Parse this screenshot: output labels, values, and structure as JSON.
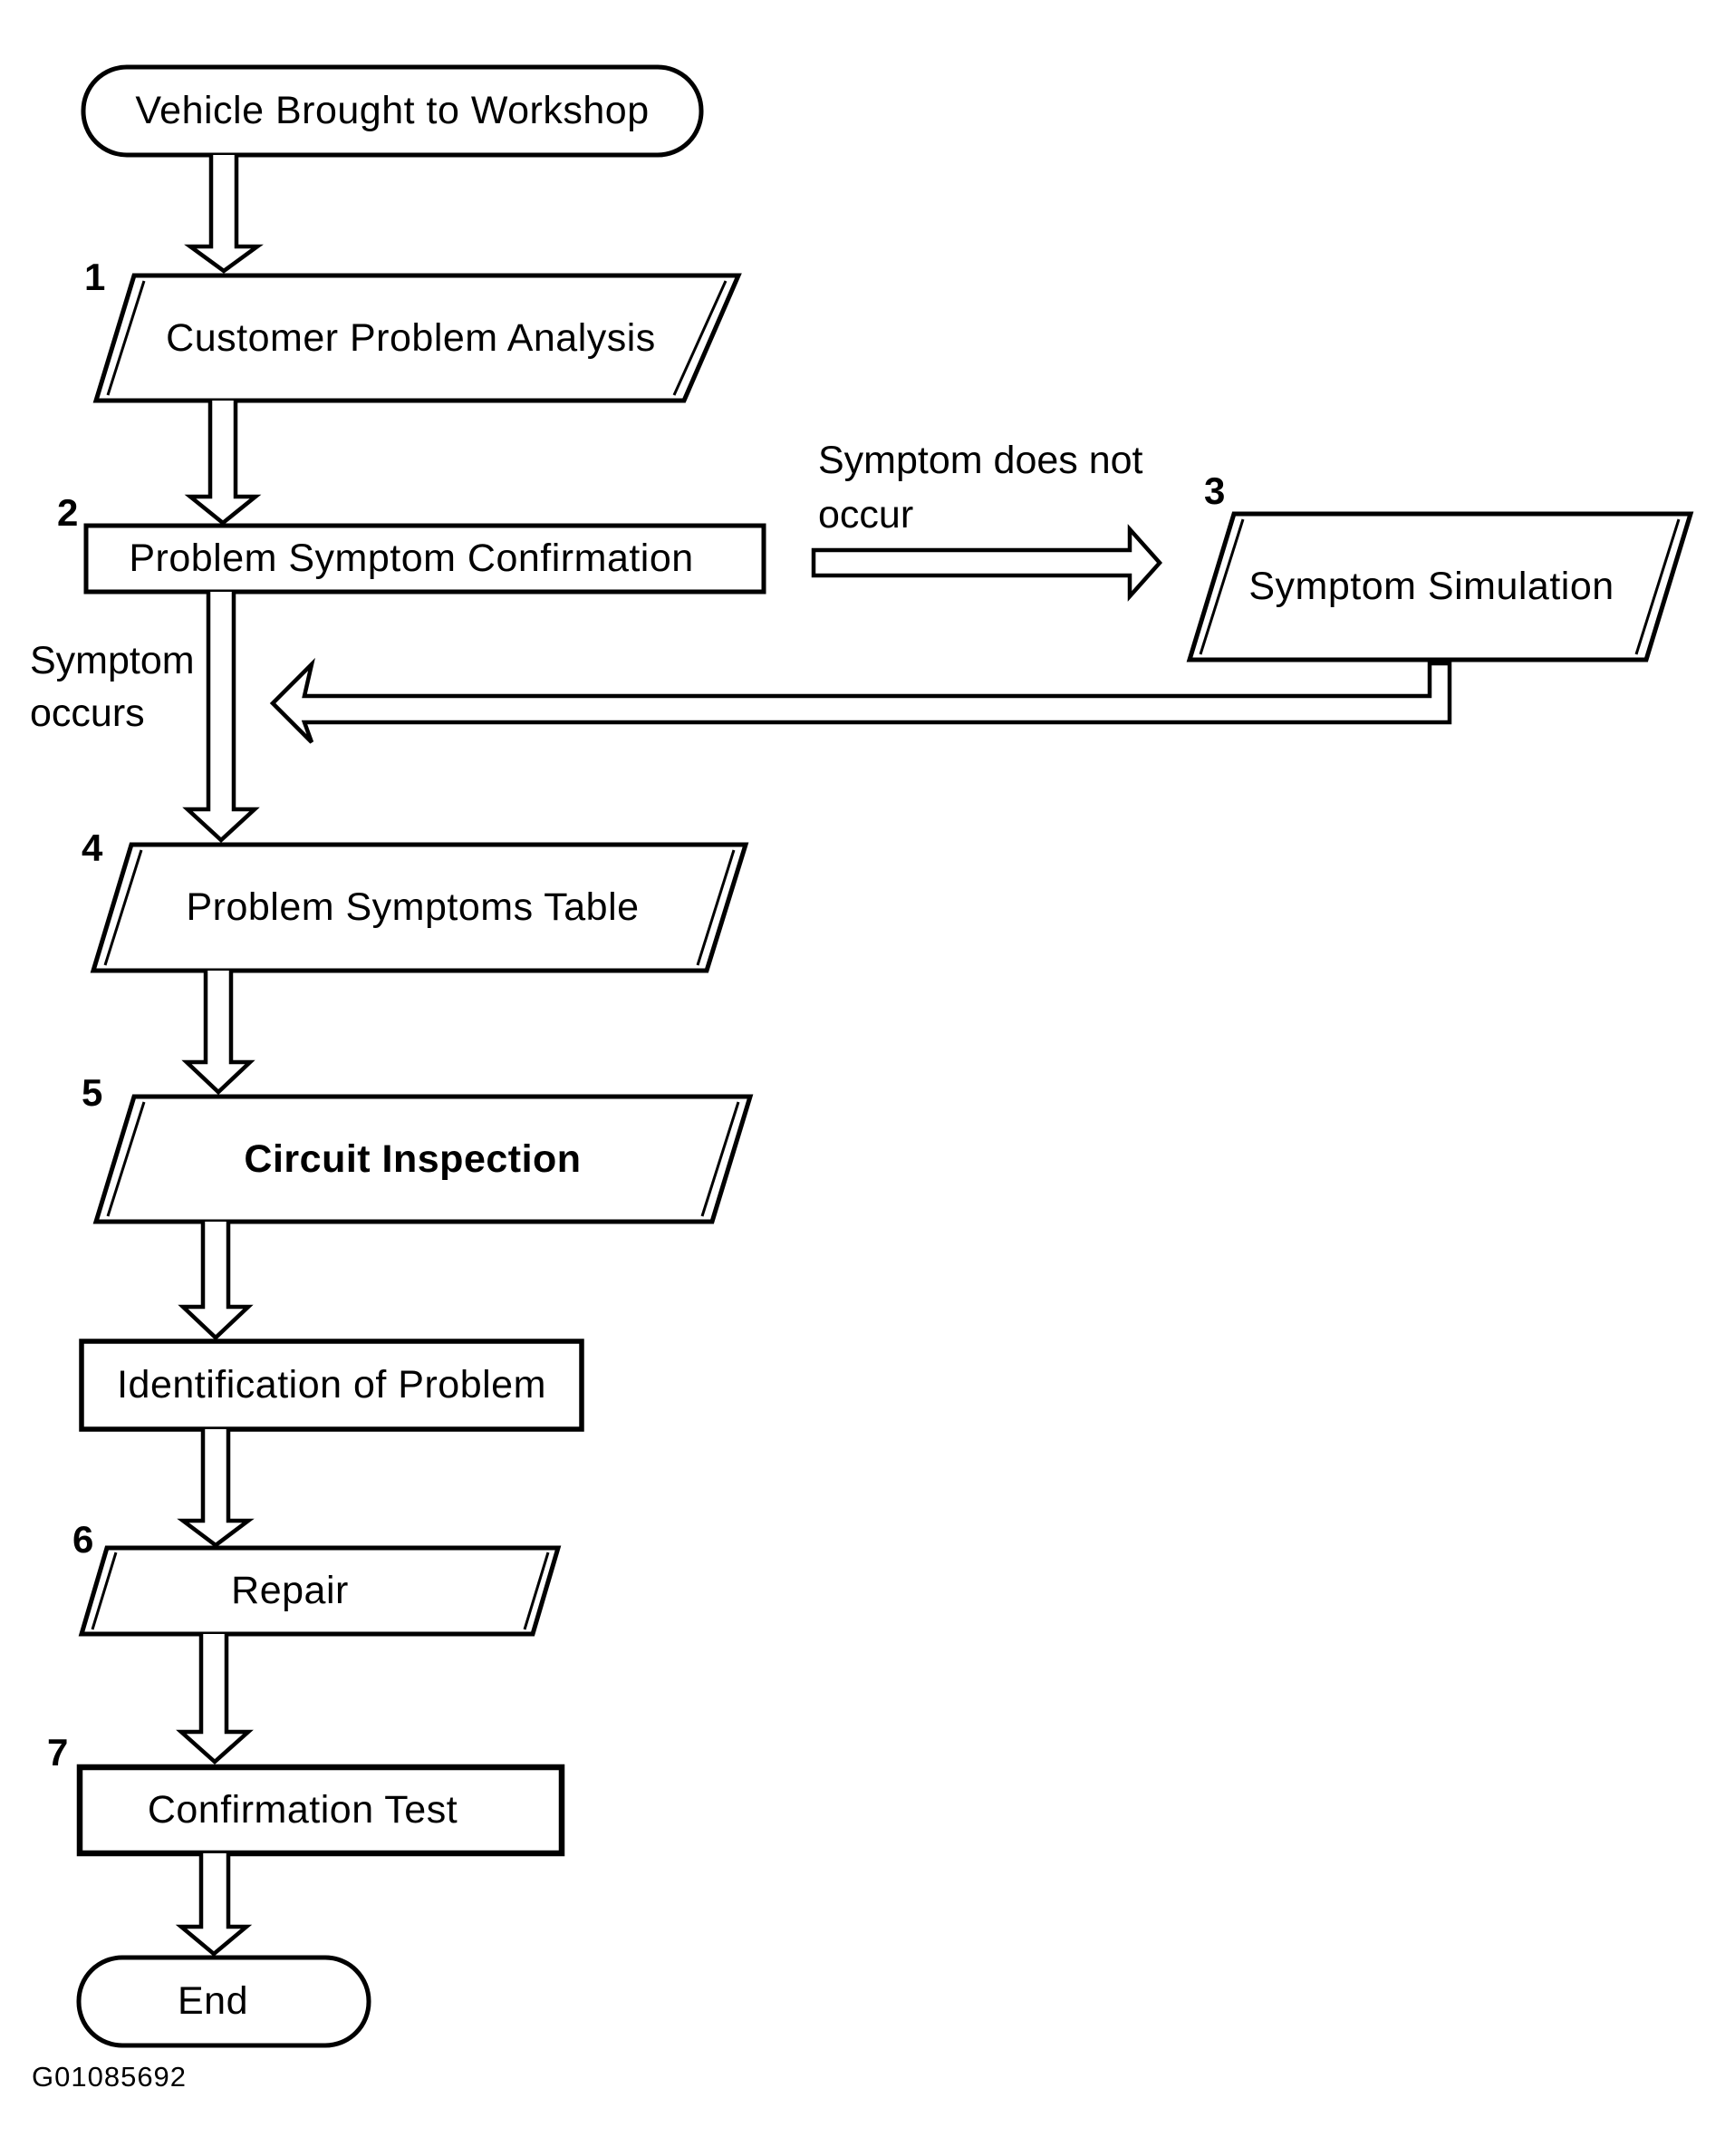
{
  "figure": {
    "code": "G01085692",
    "start": {
      "label": "Vehicle Brought to Workshop"
    },
    "steps": [
      {
        "num": "1",
        "label": "Customer Problem Analysis"
      },
      {
        "num": "2",
        "label": "Problem Symptom Confirmation"
      },
      {
        "num": "3",
        "label": "Symptom Simulation"
      },
      {
        "num": "4",
        "label": "Problem Symptoms Table"
      },
      {
        "num": "5",
        "label": "Circuit Inspection"
      },
      {
        "num": "6",
        "label": "Repair"
      },
      {
        "num": "7",
        "label": "Confirmation Test"
      }
    ],
    "identification": {
      "label": "Identification of Problem"
    },
    "end": {
      "label": "End"
    },
    "branch_labels": {
      "no_symptom_line1": "Symptom does not",
      "no_symptom_line2": "occur",
      "symptom_line1": "Symptom",
      "symptom_line2": "occurs"
    }
  }
}
